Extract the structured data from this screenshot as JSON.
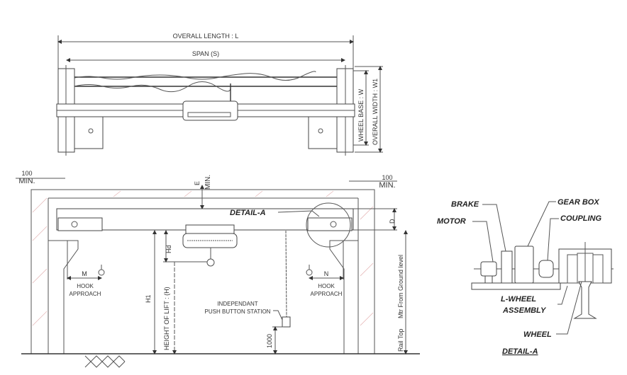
{
  "top_view": {
    "overall_length": "OVERALL LENGTH : L",
    "span": "SPAN (S)",
    "wheel_base": "WHEEL BASE : W",
    "overall_width": "OVERALL WIDTH : W1"
  },
  "front_view": {
    "clearance_left_value": "100",
    "clearance_left_unit": "MIN.",
    "clearance_right_value": "100",
    "clearance_right_unit": "MIN.",
    "e_label": "E",
    "e_min": "MIN.",
    "detail_callout": "DETAIL-A",
    "d_label": "D",
    "hd_label": "Hd",
    "h1_label": "H1",
    "height_of_lift": "HEIGHT OF LIFT : (H)",
    "m_label": "M",
    "n_label": "N",
    "hook_approach_1": "HOOK",
    "hook_approach_2": "APPROACH",
    "pendant_1": "INDEPENDANT",
    "pendant_2": "PUSH BUTTON STATION",
    "pendant_height": "1000",
    "rail_top_1": "Rail Top",
    "rail_top_2": "Mtr From Ground level"
  },
  "detail_a": {
    "brake": "BRAKE",
    "gear_box": "GEAR BOX",
    "motor": "MOTOR",
    "coupling": "COUPLING",
    "l_wheel_1": "L-WHEEL",
    "l_wheel_2": "ASSEMBLY",
    "wheel": "WHEEL",
    "title": "DETAIL-A"
  }
}
